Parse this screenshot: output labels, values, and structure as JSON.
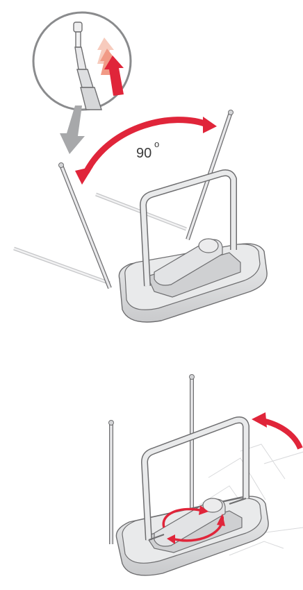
{
  "diagram": {
    "rotation_angle": {
      "value": "90",
      "unit": "o"
    },
    "colors": {
      "arrow_red": "#e0253a",
      "arrow_red_faded": "#f4a08c",
      "arrow_gray": "#a7a8aa",
      "outline": "#6e6e70",
      "metal_fill": "#e4e5e7",
      "base_fill": "#d9dadc",
      "faint_line": "#d8d9db"
    },
    "panels": [
      {
        "step": "extend-and-rotate-rods",
        "icons": [
          "telescoping-rod-zoom-icon",
          "rotation-arc-arrow-icon",
          "pointer-arrow-icon"
        ]
      },
      {
        "step": "rotate-loop-and-base",
        "icons": [
          "rotation-arc-arrow-icon",
          "circular-rotation-arrows-icon"
        ]
      }
    ]
  }
}
